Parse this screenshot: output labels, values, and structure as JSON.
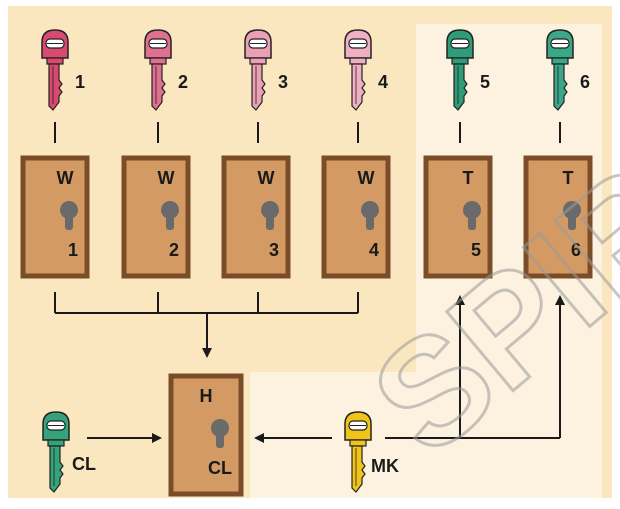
{
  "colors": {
    "panel": "#fbe7bf",
    "highlight": "#fcf2df",
    "door": "#d39a63",
    "door_border": "#7a4d28",
    "keyhole": "#6a6a6a",
    "line": "#1a1a1a",
    "watermark": "#9a9a9a",
    "red_key_1": "#d94a71",
    "red_key_2": "#e0708f",
    "red_key_3": "#eba0b5",
    "red_key_4": "#f0b0c4",
    "green_key": "#2f9c78",
    "green_key_2": "#3aa888",
    "cl_key": "#34a27a",
    "master_key": "#f0c419"
  },
  "keys_top": [
    {
      "label": "1",
      "color_ref": "red_key_1"
    },
    {
      "label": "2",
      "color_ref": "red_key_2"
    },
    {
      "label": "3",
      "color_ref": "red_key_3"
    },
    {
      "label": "4",
      "color_ref": "red_key_4"
    },
    {
      "label": "5",
      "color_ref": "green_key"
    },
    {
      "label": "6",
      "color_ref": "green_key_2"
    }
  ],
  "doors": [
    {
      "letter": "W",
      "number": "1"
    },
    {
      "letter": "W",
      "number": "2"
    },
    {
      "letter": "W",
      "number": "3"
    },
    {
      "letter": "W",
      "number": "4"
    },
    {
      "letter": "T",
      "number": "5"
    },
    {
      "letter": "T",
      "number": "6"
    }
  ],
  "main_door": {
    "letter": "H",
    "label": "CL"
  },
  "cl_key": {
    "label": "CL"
  },
  "master_key": {
    "label": "MK"
  },
  "watermark": "SPIR"
}
